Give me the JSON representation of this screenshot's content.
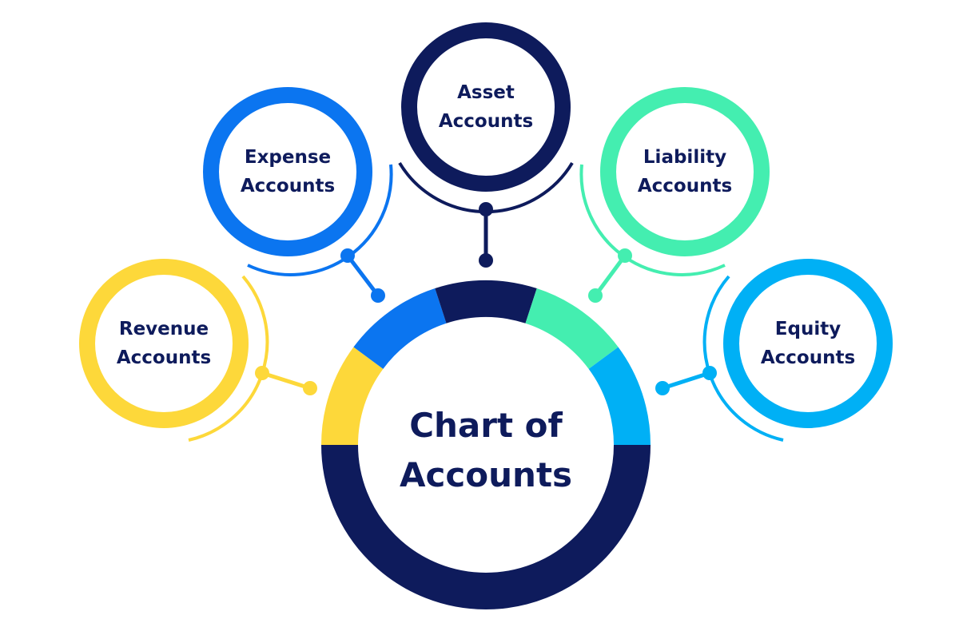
{
  "center": {
    "line1": "Chart of",
    "line2": "Accounts"
  },
  "nodes": {
    "asset": {
      "line1": "Asset",
      "line2": "Accounts"
    },
    "expense": {
      "line1": "Expense",
      "line2": "Accounts"
    },
    "liability": {
      "line1": "Liability",
      "line2": "Accounts"
    },
    "revenue": {
      "line1": "Revenue",
      "line2": "Accounts"
    },
    "equity": {
      "line1": "Equity",
      "line2": "Accounts"
    }
  },
  "colors": {
    "navy": "#0e1b5c",
    "blue": "#0b75f0",
    "green": "#44eeb0",
    "yellow": "#fdd83a",
    "sky": "#00b0f5"
  }
}
